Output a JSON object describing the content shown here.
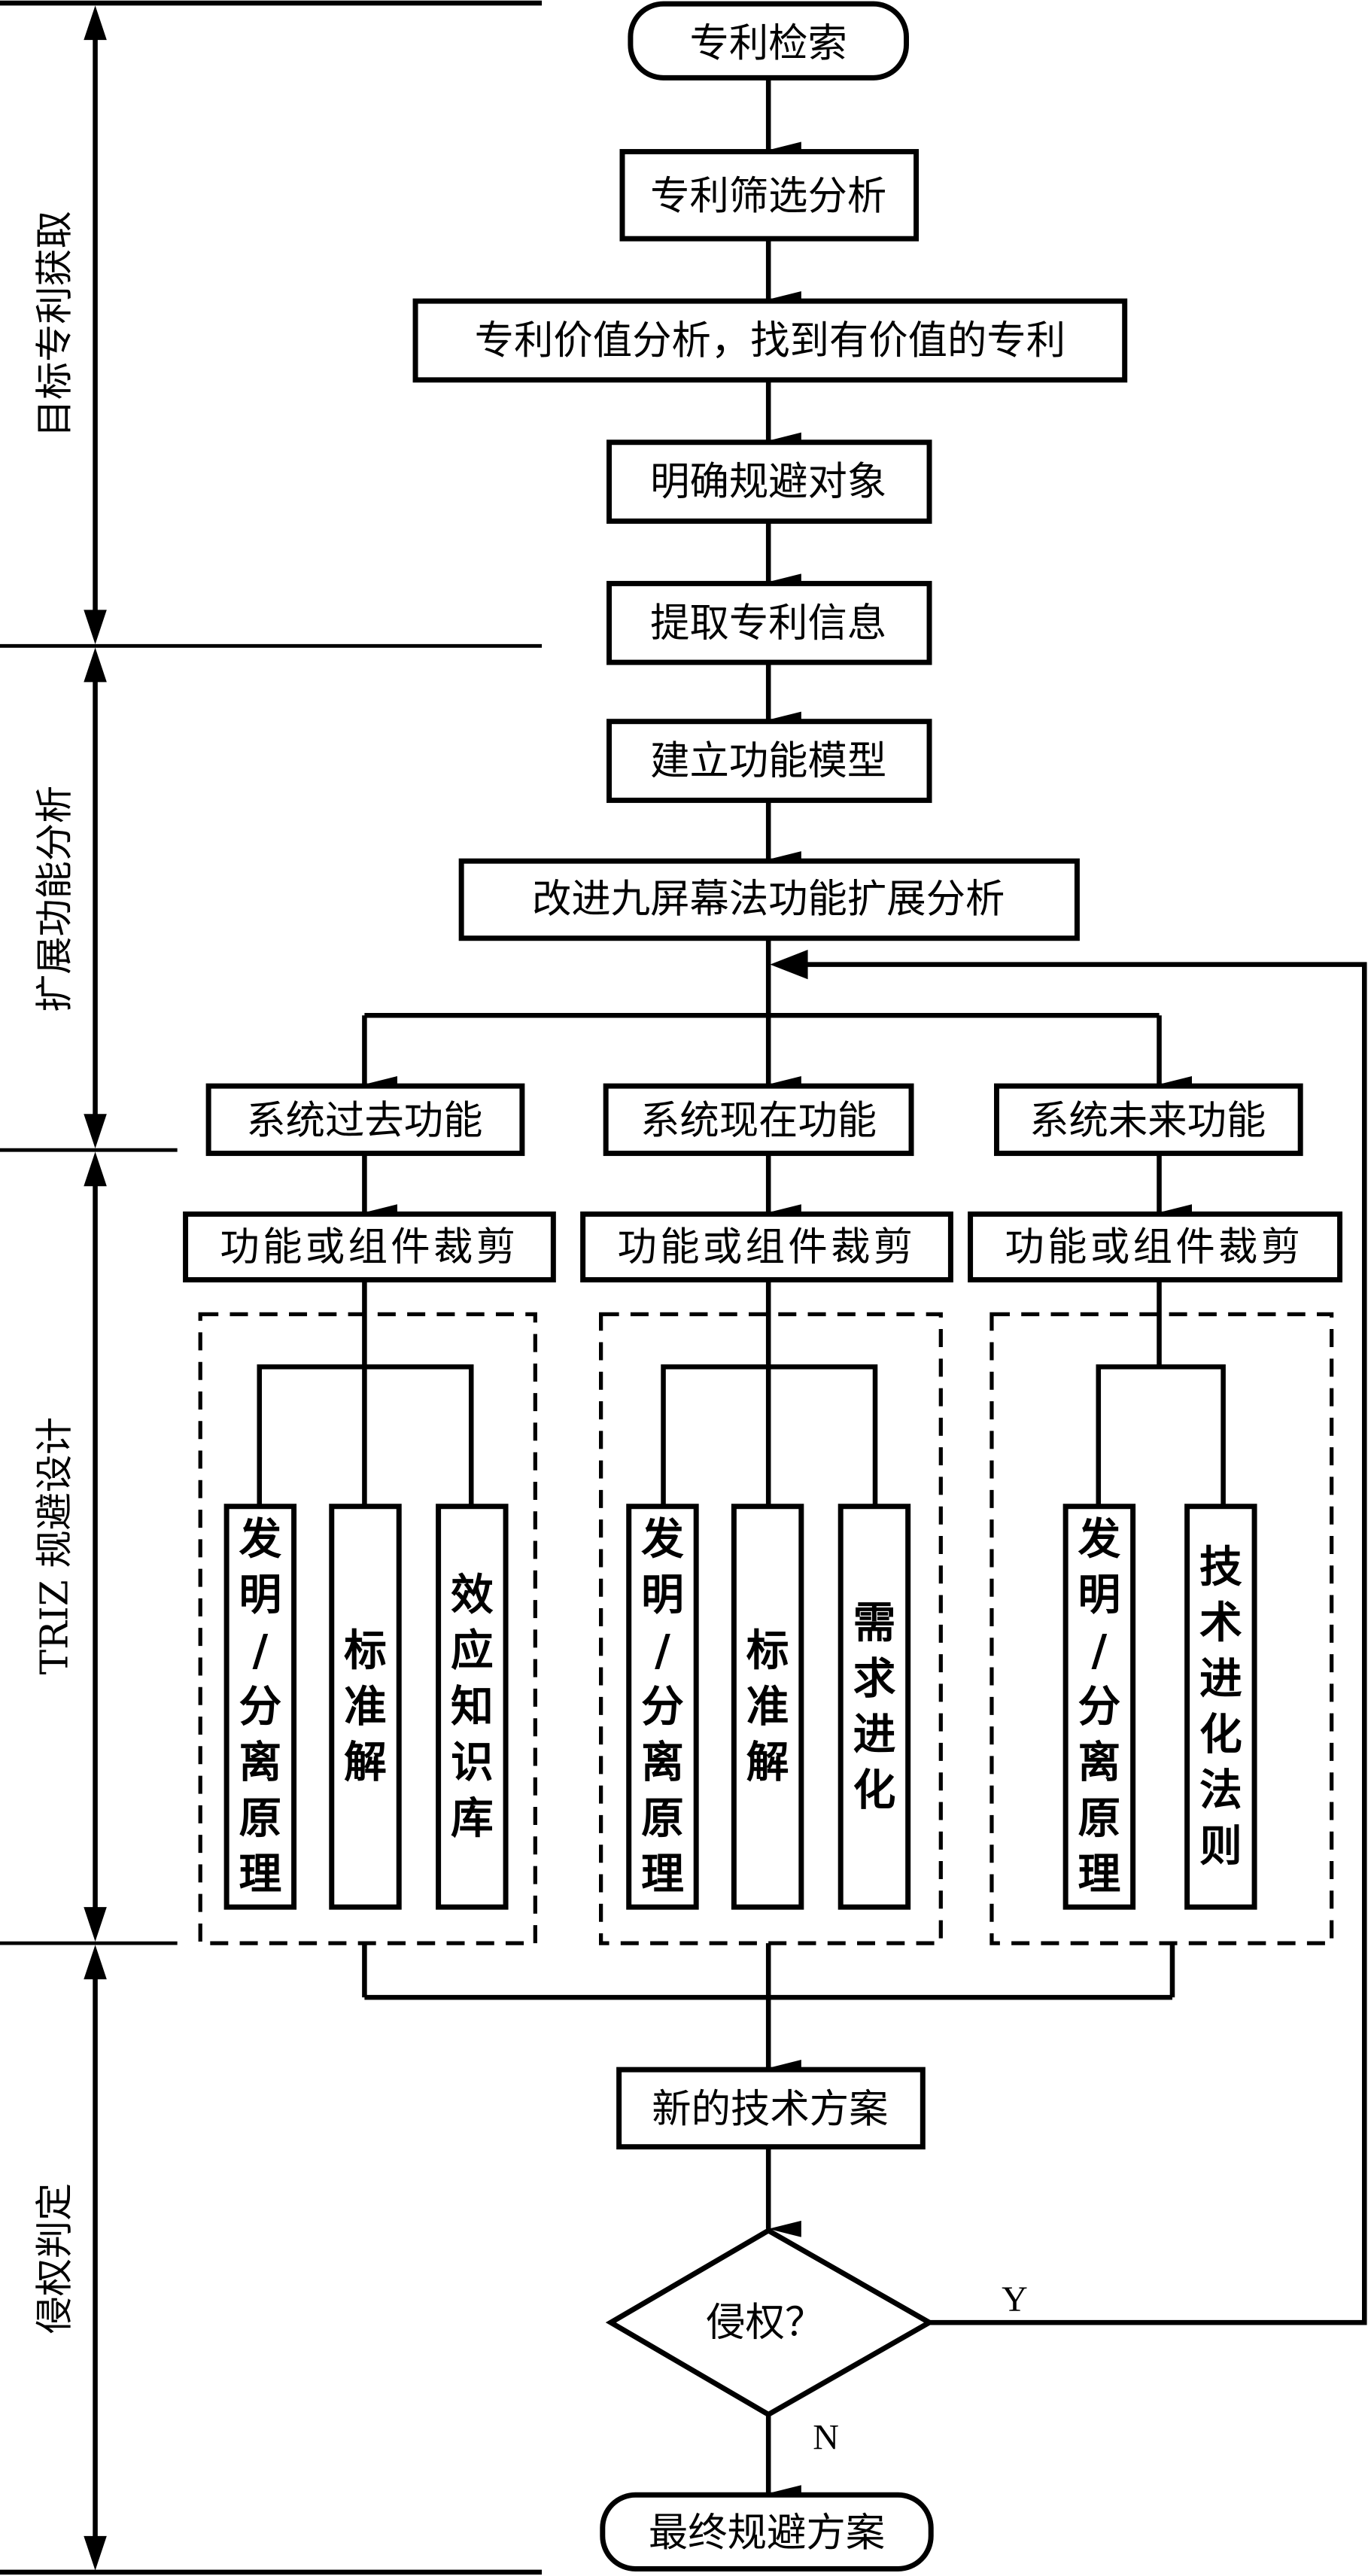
{
  "flowchart": {
    "start": "专利检索",
    "steps": [
      "专利筛选分析",
      "专利价值分析，找到有价值的专利",
      "明确规避对象",
      "提取专利信息",
      "建立功能模型",
      "改进九屏幕法功能扩展分析"
    ],
    "branches": [
      {
        "system": "系统过去功能",
        "trim": "功能或组件裁剪",
        "tools": [
          [
            "发",
            "明",
            "/",
            "分",
            "离",
            "原",
            "理"
          ],
          [
            "标",
            "准",
            "解"
          ],
          [
            "效",
            "应",
            "知",
            "识",
            "库"
          ]
        ]
      },
      {
        "system": "系统现在功能",
        "trim": "功能或组件裁剪",
        "tools": [
          [
            "发",
            "明",
            "/",
            "分",
            "离",
            "原",
            "理"
          ],
          [
            "标",
            "准",
            "解"
          ],
          [
            "需",
            "求",
            "进",
            "化"
          ]
        ]
      },
      {
        "system": "系统未来功能",
        "trim": "功能或组件裁剪",
        "tools": [
          [
            "发",
            "明",
            "/",
            "分",
            "离",
            "原",
            "理"
          ],
          [
            "技",
            "术",
            "进",
            "化",
            "法",
            "则"
          ]
        ]
      }
    ],
    "new_solution": "新的技术方案",
    "decision": "侵权？",
    "yes_label": "Y",
    "no_label": "N",
    "end": "最终规避方案"
  },
  "phases": [
    {
      "label": "目标专利获取"
    },
    {
      "label": "扩展功能分析"
    },
    {
      "label": "TRIZ 规避设计"
    },
    {
      "label": "侵权判定"
    }
  ]
}
